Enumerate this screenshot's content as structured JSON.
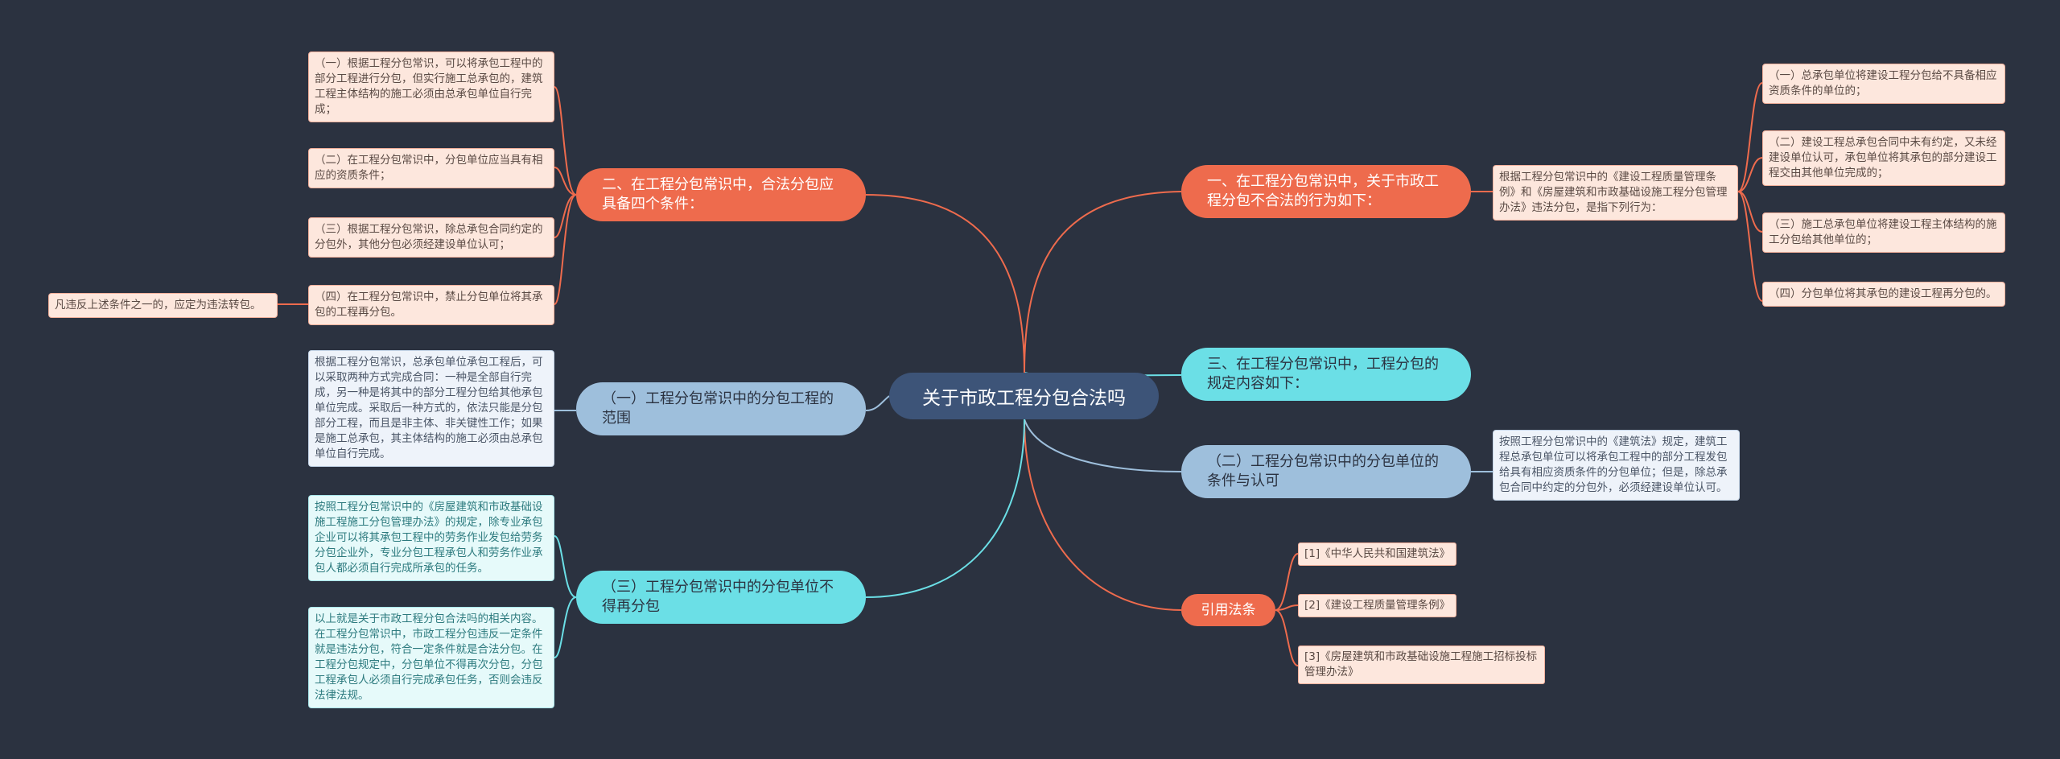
{
  "root": {
    "label": "关于市政工程分包合法吗"
  },
  "right": {
    "b1": {
      "label": "一、在工程分包常识中，关于市政工程分包不合法的行为如下：",
      "desc": "根据工程分包常识中的《建设工程质量管理条例》和《房屋建筑和市政基础设施工程分包管理办法》违法分包，是指下列行为：",
      "items": [
        "（一）总承包单位将建设工程分包给不具备相应资质条件的单位的；",
        "（二）建设工程总承包合同中未有约定，又未经建设单位认可，承包单位将其承包的部分建设工程交由其他单位完成的；",
        "（三）施工总承包单位将建设工程主体结构的施工分包给其他单位的；",
        "（四）分包单位将其承包的建设工程再分包的。"
      ]
    },
    "b3": {
      "label": "三、在工程分包常识中，工程分包的规定内容如下："
    },
    "b4": {
      "label": "（二）工程分包常识中的分包单位的条件与认可",
      "desc": "按照工程分包常识中的《建筑法》规定，建筑工程总承包单位可以将承包工程中的部分工程发包给具有相应资质条件的分包单位；但是，除总承包合同中约定的分包外，必须经建设单位认可。"
    },
    "laws": {
      "label": "引用法条",
      "items": [
        "[1]《中华人民共和国建筑法》",
        "[2]《建设工程质量管理条例》",
        "[3]《房屋建筑和市政基础设施工程施工招标投标管理办法》"
      ]
    }
  },
  "left": {
    "b2": {
      "label": "二、在工程分包常识中，合法分包应具备四个条件：",
      "items": [
        "（一）根据工程分包常识，可以将承包工程中的部分工程进行分包，但实行施工总承包的，建筑工程主体结构的施工必须由总承包单位自行完成；",
        "（二）在工程分包常识中，分包单位应当具有相应的资质条件；",
        "（三）根据工程分包常识，除总承包合同约定的分包外，其他分包必须经建设单位认可；",
        "（四）在工程分包常识中，禁止分包单位将其承包的工程再分包。"
      ],
      "note": "凡违反上述条件之一的，应定为违法转包。"
    },
    "b5": {
      "label": "（一）工程分包常识中的分包工程的范围",
      "desc": "根据工程分包常识，总承包单位承包工程后，可以采取两种方式完成合同：一种是全部自行完成，另一种是将其中的部分工程分包给其他承包单位完成。采取后一种方式的，依法只能是分包部分工程，而且是非主体、非关键性工作；如果是施工总承包，其主体结构的施工必须由总承包单位自行完成。"
    },
    "b6": {
      "label": "（三）工程分包常识中的分包单位不得再分包",
      "items": [
        "按照工程分包常识中的《房屋建筑和市政基础设施工程施工分包管理办法》的规定，除专业承包企业可以将其承包工程中的劳务作业发包给劳务分包企业外，专业分包工程承包人和劳务作业承包人都必须自行完成所承包的任务。",
        "以上就是关于市政工程分包合法吗的相关内容。在工程分包常识中，市政工程分包违反一定条件就是违法分包，符合一定条件就是合法分包。在工程分包规定中，分包单位不得再次分包，分包工程承包人必须自行完成承包任务，否则会违反法律法规。"
      ]
    }
  },
  "colors": {
    "background": "#2b3240",
    "root": "#3d5478",
    "orange": "#ee6b4d",
    "cyan": "#6bdfe6",
    "blue": "#9ebfdc"
  }
}
